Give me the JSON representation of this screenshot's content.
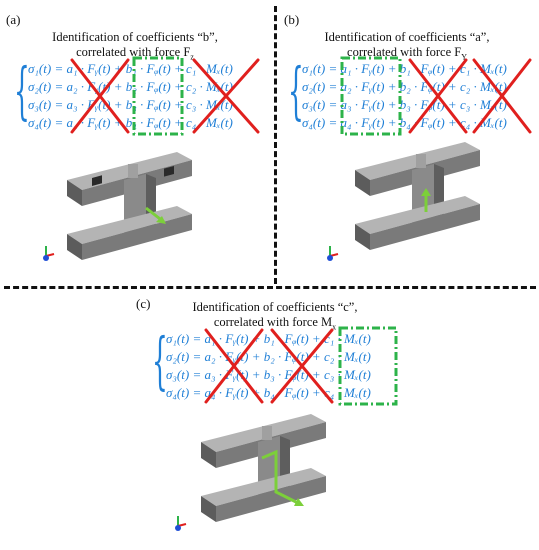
{
  "panels": [
    {
      "label": "(a)",
      "title_line1": "Identification of coefficients “b”,",
      "title_line2": "correlated with force F",
      "title_sub": "z",
      "equations": [
        "σ₁(t) = a₁ · Fᵧ(t) + b₁ · Fᵩ(t) + c₁ · Mₓ(t)",
        "σ₂(t) = a₂ · Fᵧ(t) + b₂ · Fᵩ(t) + c₂ · Mₓ(t)",
        "σ₃(t) = a₃ · Fᵧ(t) + b₃ · Fᵩ(t) + c₃ · Mₓ(t)",
        "σ₄(t) = a₄ · Fᵧ(t) + b₄ · Fᵩ(t) + c₄ · Mₓ(t)"
      ],
      "highlighted_term": "b"
    },
    {
      "label": "(b)",
      "title_line1": "Identification of coefficients “a”,",
      "title_line2": "correlated with force F",
      "title_sub": "Y",
      "equations": [
        "σ₁(t) = a₁ · Fᵧ(t) + b₁ · Fᵩ(t) + c₁ · Mₓ(t)",
        "σ₂(t) = a₂ · Fᵧ(t) + b₂ · Fᵩ(t) + c₂ · Mₓ(t)",
        "σ₃(t) = a₃ · Fᵧ(t) + b₃ · Fᵩ(t) + c₃ · Mₓ(t)",
        "σ₄(t) = a₄ · Fᵧ(t) + b₄ · Fᵩ(t) + c₄ · Mₓ(t)"
      ],
      "highlighted_term": "a"
    },
    {
      "label": "(c)",
      "title_line1": "Identification of coefficients “c”,",
      "title_line2": "correlated with force M",
      "title_sub": "x",
      "equations": [
        "σ₁(t) = a₁ · Fᵧ(t) + b₁ · Fᵩ(t) + c₁ · Mₓ(t)",
        "σ₂(t) = a₂ · Fᵧ(t) + b₂ · Fᵩ(t) + c₂ · Mₓ(t)",
        "σ₃(t) = a₃ · Fᵧ(t) + b₃ · Fᵩ(t) + c₃ · Mₓ(t)",
        "σ₄(t) = a₄ · Fᵧ(t) + b₄ · Fᵩ(t) + c₄ · Mₓ(t)"
      ],
      "highlighted_term": "c"
    }
  ],
  "colors": {
    "equation": "#1f7fd6",
    "cross": "#e0201e",
    "highlight_box": "#2db34a",
    "arrow": "#7ccf3a",
    "part_light": "#9a9a9a",
    "part_dark": "#555555"
  }
}
